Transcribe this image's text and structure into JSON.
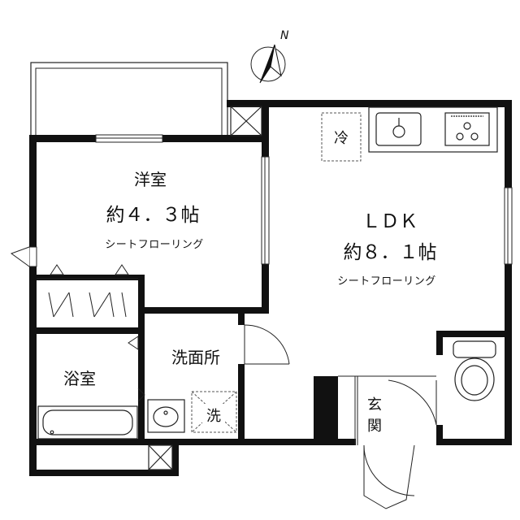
{
  "compass": {
    "label": "N"
  },
  "rooms": {
    "western_room": {
      "name": "洋室",
      "size": "約４．３帖",
      "floor": "シートフローリング"
    },
    "ldk": {
      "name": "ＬＤＫ",
      "size": "約８．１帖",
      "floor": "シートフローリング"
    },
    "washroom": {
      "name": "洗面所"
    },
    "bathroom": {
      "name": "浴室"
    },
    "entrance": {
      "name": "玄関"
    }
  },
  "fixtures": {
    "refrigerator": "冷",
    "washer": "洗"
  }
}
